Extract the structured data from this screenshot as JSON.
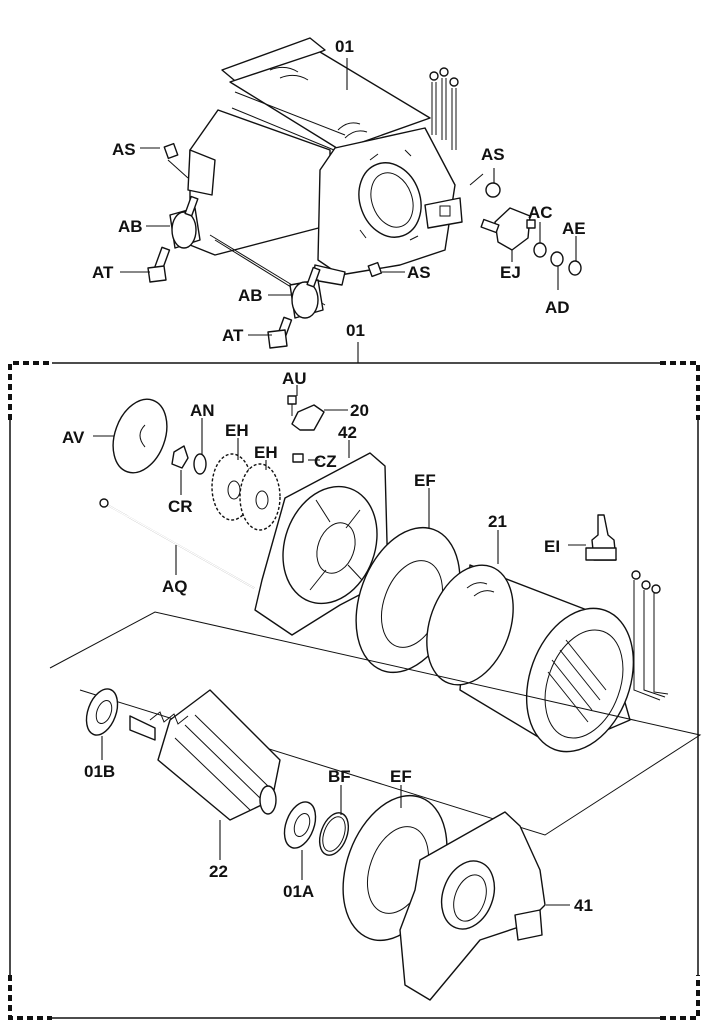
{
  "diagram": {
    "type": "exploded-parts-view",
    "subject": "generator alternator assembly",
    "colors": {
      "ink": "#111111",
      "background": "#ffffff"
    },
    "upper_group": {
      "labels": {
        "assembly": "01",
        "as_left": "AS",
        "as_right_top": "AS",
        "as_bottom": "AS",
        "ab_left": "AB",
        "ab_bottom": "AB",
        "at_left": "AT",
        "at_bottom": "AT",
        "ac": "AC",
        "ae": "AE",
        "ad": "AD",
        "ej": "EJ"
      }
    },
    "lower_group": {
      "frame_label": "01",
      "labels": {
        "au": "AU",
        "p20": "20",
        "cz": "CZ",
        "p42": "42",
        "av": "AV",
        "an": "AN",
        "eh1": "EH",
        "eh2": "EH",
        "cr": "CR",
        "aq": "AQ",
        "ef_top": "EF",
        "p21": "21",
        "ei": "EI",
        "p01b": "01B",
        "p22": "22",
        "p01a": "01A",
        "bf": "BF",
        "ef_bottom": "EF",
        "p41": "41"
      }
    }
  }
}
